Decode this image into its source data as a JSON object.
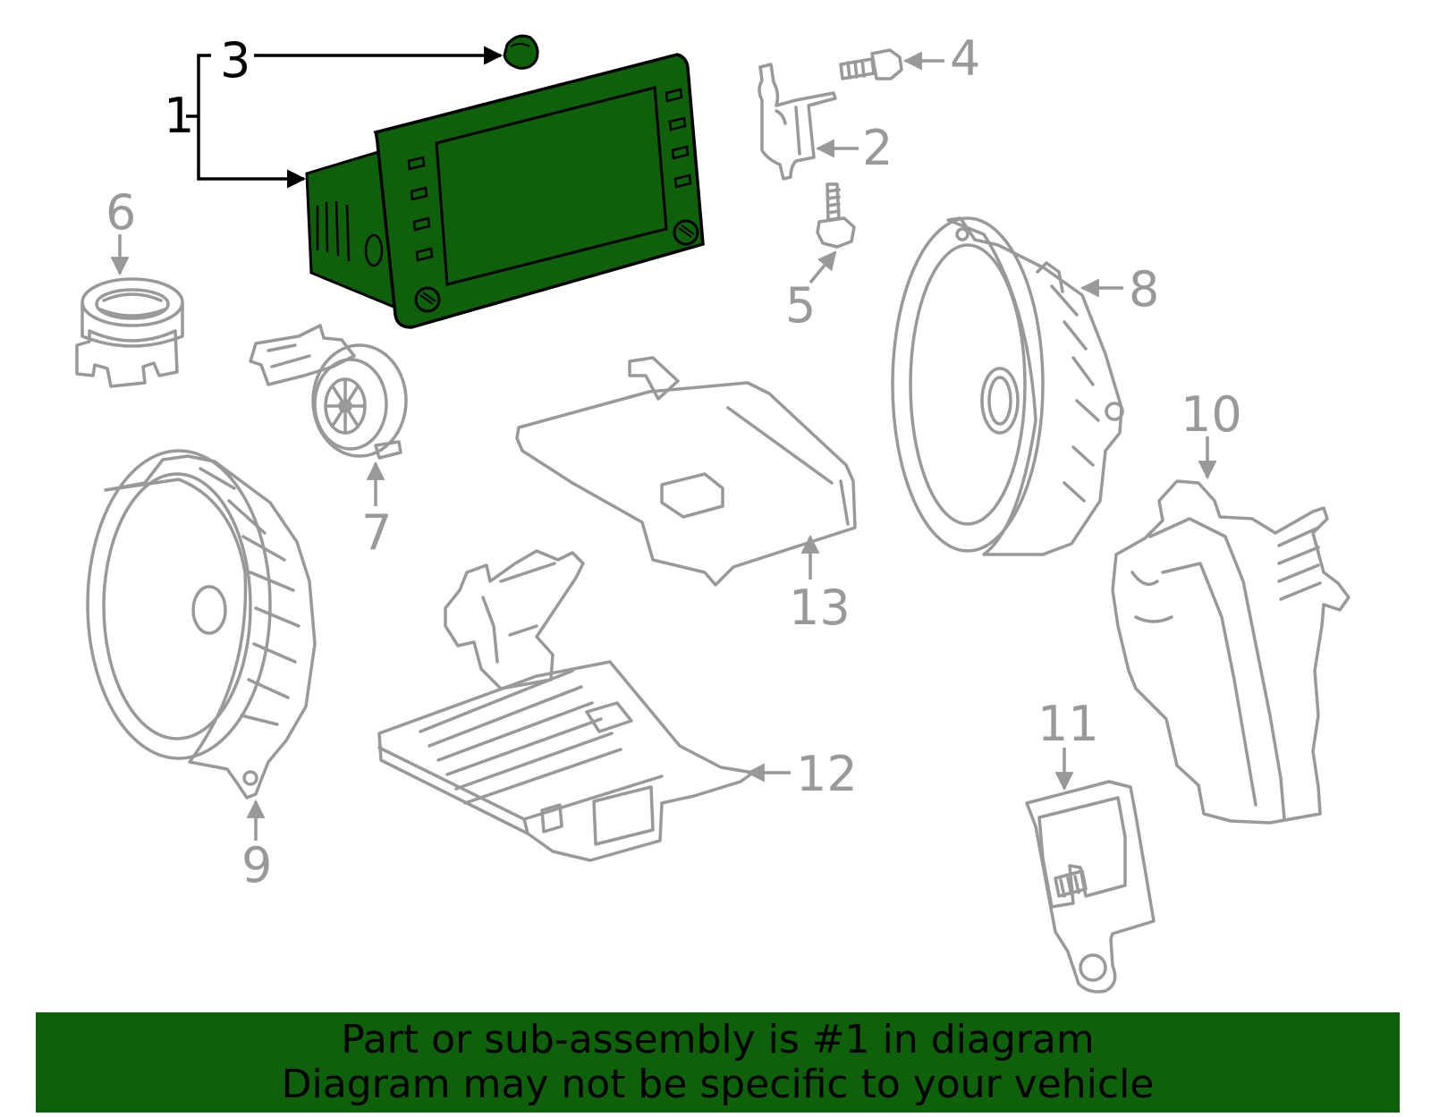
{
  "colors": {
    "highlight": "#0f600a",
    "outline": "#999999",
    "ink": "#000000",
    "banner": "#0f600a"
  },
  "callouts": {
    "c1": "1",
    "c2": "2",
    "c3": "3",
    "c4": "4",
    "c5": "5",
    "c6": "6",
    "c7": "7",
    "c8": "8",
    "c9": "9",
    "c10": "10",
    "c11": "11",
    "c12": "12",
    "c13": "13"
  },
  "banner": {
    "line1": "Part or sub-assembly is #1 in diagram",
    "line2": "Diagram may not be specific to your vehicle"
  }
}
